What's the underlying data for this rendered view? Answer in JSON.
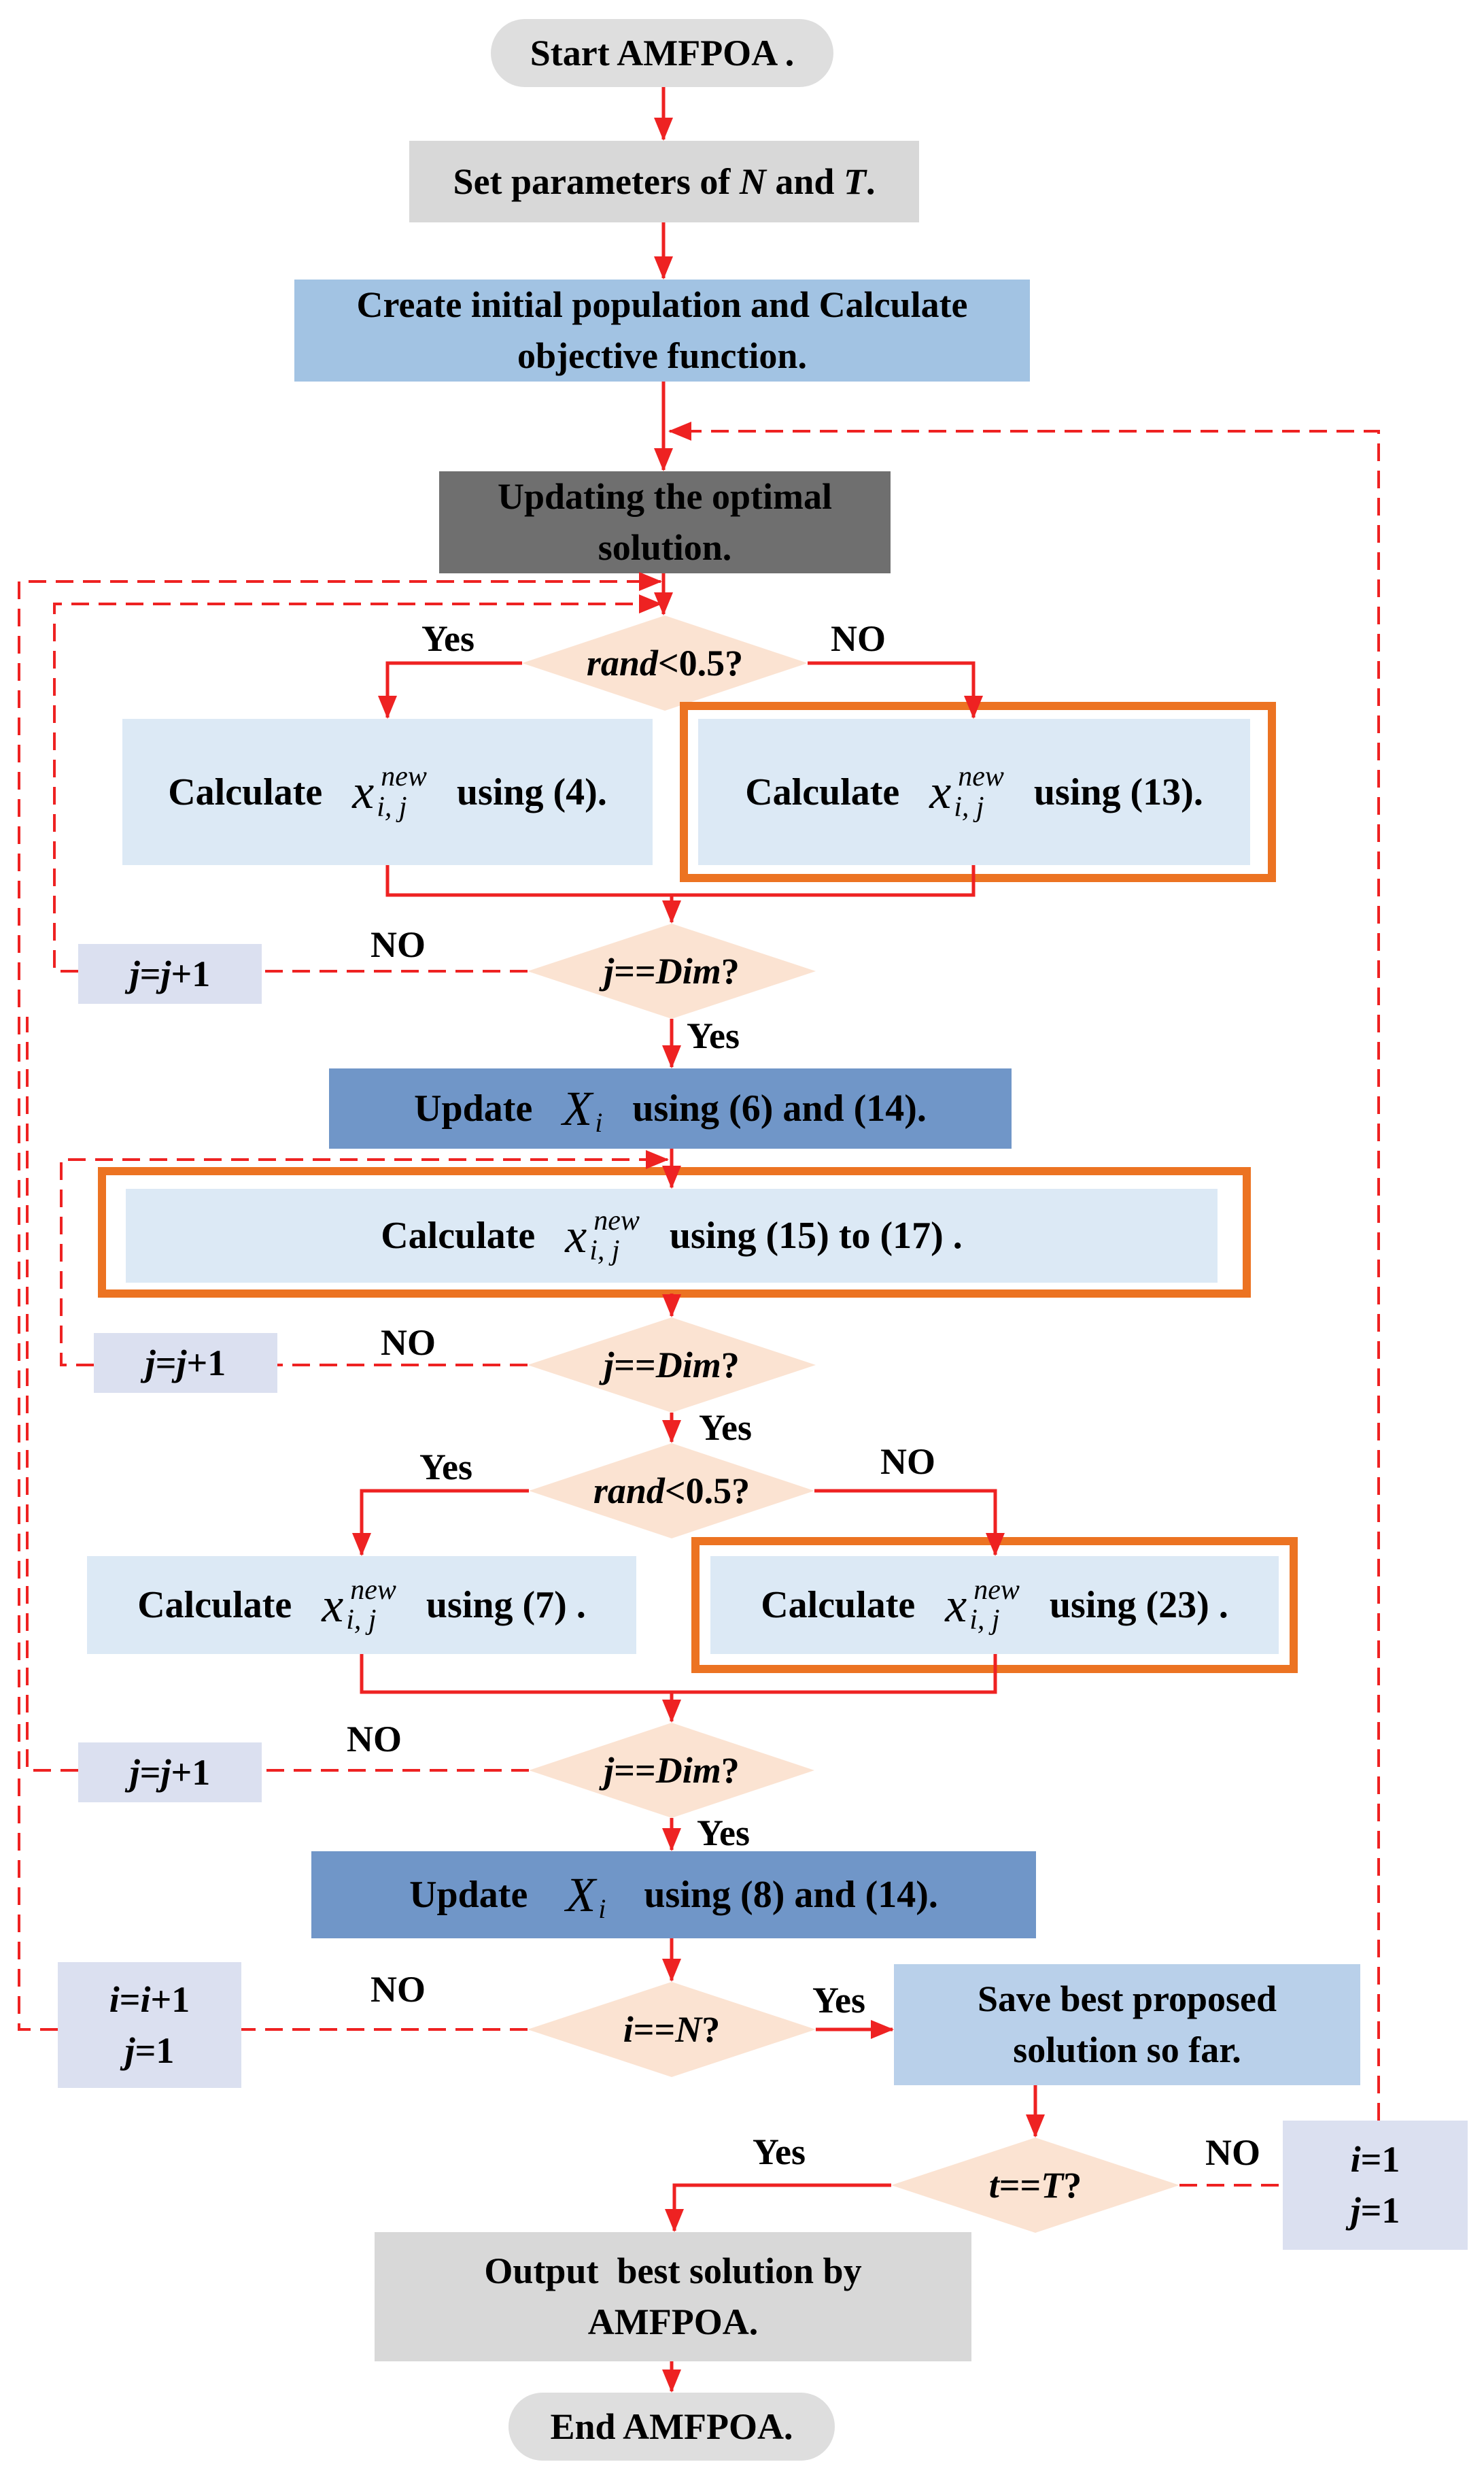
{
  "start": {
    "label": "Start AMFPOA ."
  },
  "params": {
    "pre": "Set parameters of ",
    "n": "N",
    "mid": " and ",
    "t": "T",
    "post": "."
  },
  "init": {
    "line1": "Create initial population and Calculate",
    "line2": "objective function."
  },
  "update_optimal": {
    "line1": "Updating the optimal",
    "line2": "solution."
  },
  "dec_rand1": {
    "var": "rand",
    "rest": "<0.5?"
  },
  "dec_dim1": {
    "var1": "j",
    "op": "==",
    "var2": "Dim",
    "q": "?"
  },
  "dec_dim2": {
    "var1": "j",
    "op": "==",
    "var2": "Dim",
    "q": "?"
  },
  "dec_rand2": {
    "var": "rand",
    "rest": "<0.5?"
  },
  "dec_dim3": {
    "var1": "j",
    "op": "==",
    "var2": "Dim",
    "q": "?"
  },
  "dec_in": {
    "var1": "i",
    "op": "==",
    "var2": "N",
    "q": "?"
  },
  "dec_t": {
    "var1": "t",
    "op": "==",
    "var2": "T",
    "q": "?"
  },
  "math": {
    "x": "x",
    "X": "X",
    "sup": "new",
    "sub": "i, j",
    "subX": "i"
  },
  "calc": {
    "word": "Calculate",
    "c4": "using (4).",
    "c13": "using (13).",
    "c15": "using (15) to (17) .",
    "c7": "using (7) .",
    "c23": "using (23) ."
  },
  "update1": {
    "word": "Update",
    "rest": "using (6) and (14)."
  },
  "update2": {
    "word": "Update",
    "rest": "using (8) and (14)."
  },
  "inc_j": {
    "var": "j",
    "eq": "=",
    "var2": "j",
    "plus": "+1"
  },
  "inc_i": {
    "var": "i",
    "eq": "=",
    "var2": "i",
    "plus": "+1",
    "reset": "j",
    "reset_val": "=1"
  },
  "reset_ij": {
    "i": "i",
    "i_val": "=1",
    "j": "j",
    "j_val": "=1"
  },
  "save": {
    "line1": "Save best proposed",
    "line2": "solution so far."
  },
  "output": {
    "line1": "Output  best solution by",
    "line2": "AMFPOA."
  },
  "end": {
    "label": "End AMFPOA."
  },
  "labels": {
    "yes": "Yes",
    "no": "NO"
  },
  "colors": {
    "arrow": "#ee2222",
    "highlight": "#ec7322",
    "light_blue": "#dce9f5",
    "mid_blue": "#a2c3e3",
    "steel_blue": "#7096c8",
    "dark_gray": "#6f6f6f",
    "light_gray": "#d8d8d8",
    "peach": "#fbe3d2",
    "lavender": "#dbe0f0"
  }
}
